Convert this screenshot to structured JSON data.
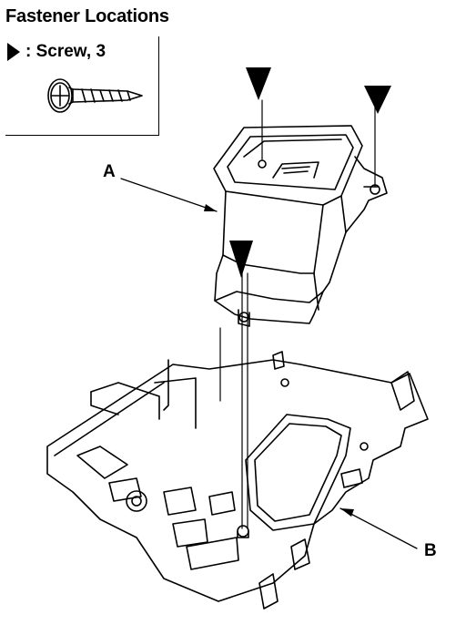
{
  "title": "Fastener Locations",
  "legend": {
    "text": ": Screw, 3",
    "icon": "triangle-marker-icon"
  },
  "labels": {
    "a": "A",
    "b": "B"
  },
  "colors": {
    "ink": "#000000",
    "paper": "#ffffff"
  }
}
